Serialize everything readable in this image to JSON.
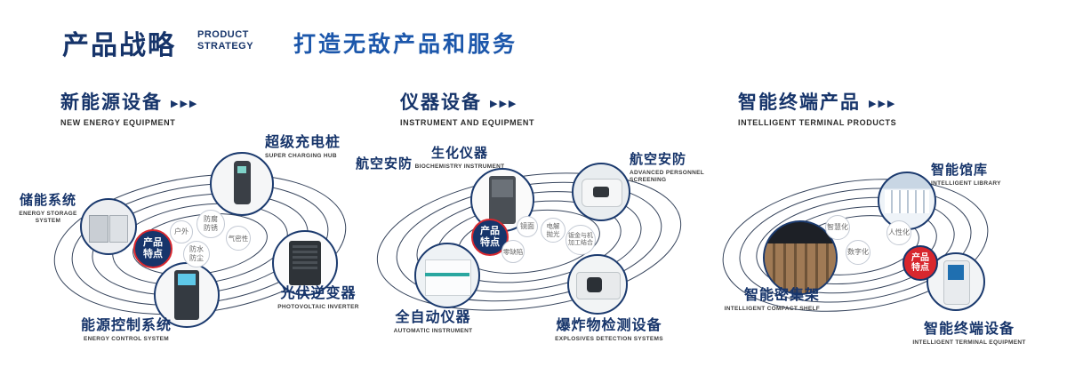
{
  "header": {
    "title": "产品战略",
    "subtitle_line1": "PRODUCT",
    "subtitle_line2": "STRATEGY",
    "slogan": "打造无敌产品和服务"
  },
  "accent_colors": {
    "navy": "#16346a",
    "blue": "#1c57ab",
    "red": "#d8272e"
  },
  "sections": [
    {
      "title": "新能源设备",
      "subtitle": "NEW ENERGY EQUIPMENT",
      "arrows": "▶▶▶",
      "badge": "产品特点",
      "features": [
        "户外",
        "防腐防锈",
        "气密性",
        "防水防尘"
      ],
      "products": [
        {
          "name": "储能系统",
          "en": "ENERGY STORAGE SYSTEM"
        },
        {
          "name": "超级充电桩",
          "en": "SUPER CHARGING HUB"
        },
        {
          "name": "光伏逆变器",
          "en": "PHOTOVOLTAIC INVERTER"
        },
        {
          "name": "能源控制系统",
          "en": "ENERGY CONTROL SYSTEM"
        }
      ]
    },
    {
      "title": "仪器设备",
      "subtitle": "INSTRUMENT AND EQUIPMENT",
      "arrows": "▶▶▶",
      "badge": "产品特点",
      "extra_label": "航空安防",
      "features": [
        "镜面",
        "电解抛光",
        "钣金与机加工结合",
        "零缺陷"
      ],
      "products": [
        {
          "name": "生化仪器",
          "en": "BIOCHEMISTRY INSTRUMENT"
        },
        {
          "name": "航空安防",
          "en": "ADVANCED PERSONNEL SCREENING"
        },
        {
          "name": "全自动仪器",
          "en": "AUTOMATIC INSTRUMENT"
        },
        {
          "name": "爆炸物检测设备",
          "en": "EXPLOSIVES DETECTION SYSTEMS"
        }
      ]
    },
    {
      "title": "智能终端产品",
      "subtitle": "INTELLIGENT TERMINAL PRODUCTS",
      "arrows": "▶▶▶",
      "badge": "产品特点",
      "features": [
        "智慧化",
        "人性化",
        "数字化"
      ],
      "products": [
        {
          "name": "智能馆库",
          "en": "INTELLIGENT LIBRARY"
        },
        {
          "name": "智能密集架",
          "en": "INTELLIGENT COMPACT SHELF"
        },
        {
          "name": "智能终端设备",
          "en": "INTELLIGENT TERMINAL EQUIPMENT"
        }
      ]
    }
  ]
}
